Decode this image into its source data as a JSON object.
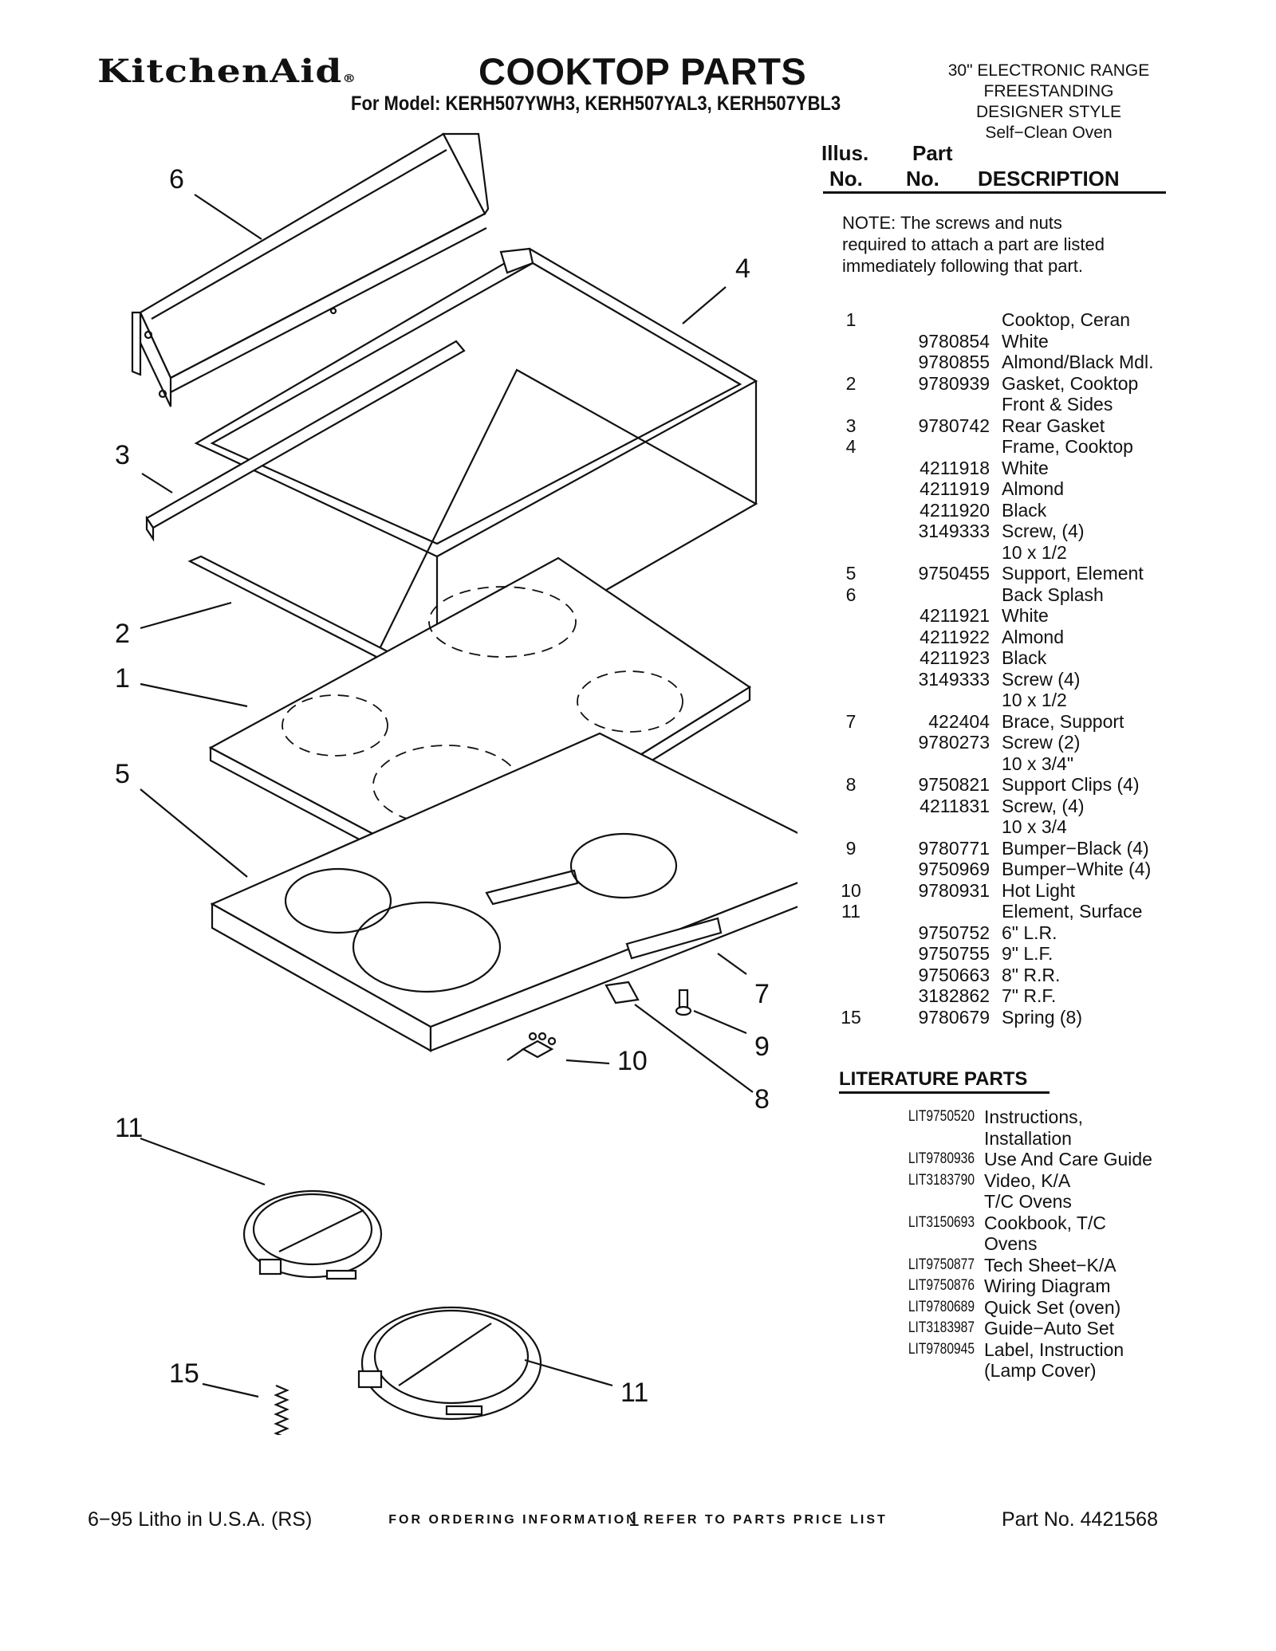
{
  "header": {
    "brand": "KitchenAid",
    "registered": "®",
    "title": "COOKTOP PARTS",
    "model": "For Model: KERH507YWH3, KERH507YAL3, KERH507YBL3",
    "range_lines": [
      "30\" ELECTRONIC RANGE",
      "FREESTANDING",
      "DESIGNER STYLE",
      "Self−Clean Oven"
    ]
  },
  "table_header": {
    "illus_top": "Illus.",
    "illus_bottom": "No.",
    "part_top": "Part",
    "part_bottom": "No.",
    "description": "DESCRIPTION"
  },
  "note": "NOTE: The screws and nuts required to attach a part are listed immediately following that part.",
  "parts": [
    {
      "illus": "1",
      "part": "",
      "desc": "Cooktop, Ceran"
    },
    {
      "illus": "",
      "part": "9780854",
      "desc": "White"
    },
    {
      "illus": "",
      "part": "9780855",
      "desc": "Almond/Black Mdl."
    },
    {
      "illus": "2",
      "part": "9780939",
      "desc": "Gasket, Cooktop"
    },
    {
      "illus": "",
      "part": "",
      "desc": "Front & Sides"
    },
    {
      "illus": "3",
      "part": "9780742",
      "desc": "Rear Gasket"
    },
    {
      "illus": "4",
      "part": "",
      "desc": "Frame, Cooktop"
    },
    {
      "illus": "",
      "part": "4211918",
      "desc": "White"
    },
    {
      "illus": "",
      "part": "4211919",
      "desc": "Almond"
    },
    {
      "illus": "",
      "part": "4211920",
      "desc": "Black"
    },
    {
      "illus": "",
      "part": "3149333",
      "desc": "Screw, (4)"
    },
    {
      "illus": "",
      "part": "",
      "desc": "10 x 1/2"
    },
    {
      "illus": "5",
      "part": "9750455",
      "desc": "Support, Element"
    },
    {
      "illus": "6",
      "part": "",
      "desc": "Back Splash"
    },
    {
      "illus": "",
      "part": "4211921",
      "desc": "White"
    },
    {
      "illus": "",
      "part": "4211922",
      "desc": "Almond"
    },
    {
      "illus": "",
      "part": "4211923",
      "desc": "Black"
    },
    {
      "illus": "",
      "part": "3149333",
      "desc": "Screw (4)"
    },
    {
      "illus": "",
      "part": "",
      "desc": "10 x 1/2"
    },
    {
      "illus": "7",
      "part": "422404",
      "desc": "Brace, Support"
    },
    {
      "illus": "",
      "part": "9780273",
      "desc": "Screw (2)"
    },
    {
      "illus": "",
      "part": "",
      "desc": "10 x 3/4\""
    },
    {
      "illus": "8",
      "part": "9750821",
      "desc": "Support Clips (4)"
    },
    {
      "illus": "",
      "part": "4211831",
      "desc": "Screw, (4)"
    },
    {
      "illus": "",
      "part": "",
      "desc": "10 x 3/4"
    },
    {
      "illus": "9",
      "part": "9780771",
      "desc": "Bumper−Black (4)"
    },
    {
      "illus": "",
      "part": "9750969",
      "desc": "Bumper−White (4)"
    },
    {
      "illus": "10",
      "part": "9780931",
      "desc": "Hot Light"
    },
    {
      "illus": "11",
      "part": "",
      "desc": "Element, Surface"
    },
    {
      "illus": "",
      "part": "9750752",
      "desc": "6\" L.R."
    },
    {
      "illus": "",
      "part": "9750755",
      "desc": "9\" L.F."
    },
    {
      "illus": "",
      "part": "9750663",
      "desc": "8\" R.R."
    },
    {
      "illus": "",
      "part": "3182862",
      "desc": "7\" R.F."
    },
    {
      "illus": "15",
      "part": "9780679",
      "desc": "Spring (8)"
    }
  ],
  "literature": {
    "heading": "LITERATURE PARTS",
    "items": [
      {
        "part": "LIT9750520",
        "desc": "Instructions,"
      },
      {
        "part": "",
        "desc": "Installation"
      },
      {
        "part": "LIT9780936",
        "desc": "Use And Care Guide"
      },
      {
        "part": "LIT3183790",
        "desc": "Video, K/A"
      },
      {
        "part": "",
        "desc": "T/C Ovens"
      },
      {
        "part": "LIT3150693",
        "desc": "Cookbook, T/C"
      },
      {
        "part": "",
        "desc": "Ovens"
      },
      {
        "part": "LIT9750877",
        "desc": "Tech Sheet−K/A"
      },
      {
        "part": "LIT9750876",
        "desc": "Wiring Diagram"
      },
      {
        "part": "LIT9780689",
        "desc": "Quick Set (oven)"
      },
      {
        "part": "LIT3183987",
        "desc": "Guide−Auto Set"
      },
      {
        "part": "LIT9780945",
        "desc": "Label, Instruction"
      },
      {
        "part": "",
        "desc": "(Lamp Cover)"
      }
    ]
  },
  "callouts": [
    "6",
    "4",
    "3",
    "2",
    "1",
    "5",
    "7",
    "9",
    "10",
    "8",
    "11",
    "15",
    "11"
  ],
  "footer": {
    "ordering": "FOR ORDERING INFORMATION REFER TO PARTS PRICE LIST",
    "litho": "6−95 Litho in U.S.A. (RS)",
    "page": "1",
    "part_no": "Part No. 4421568"
  }
}
